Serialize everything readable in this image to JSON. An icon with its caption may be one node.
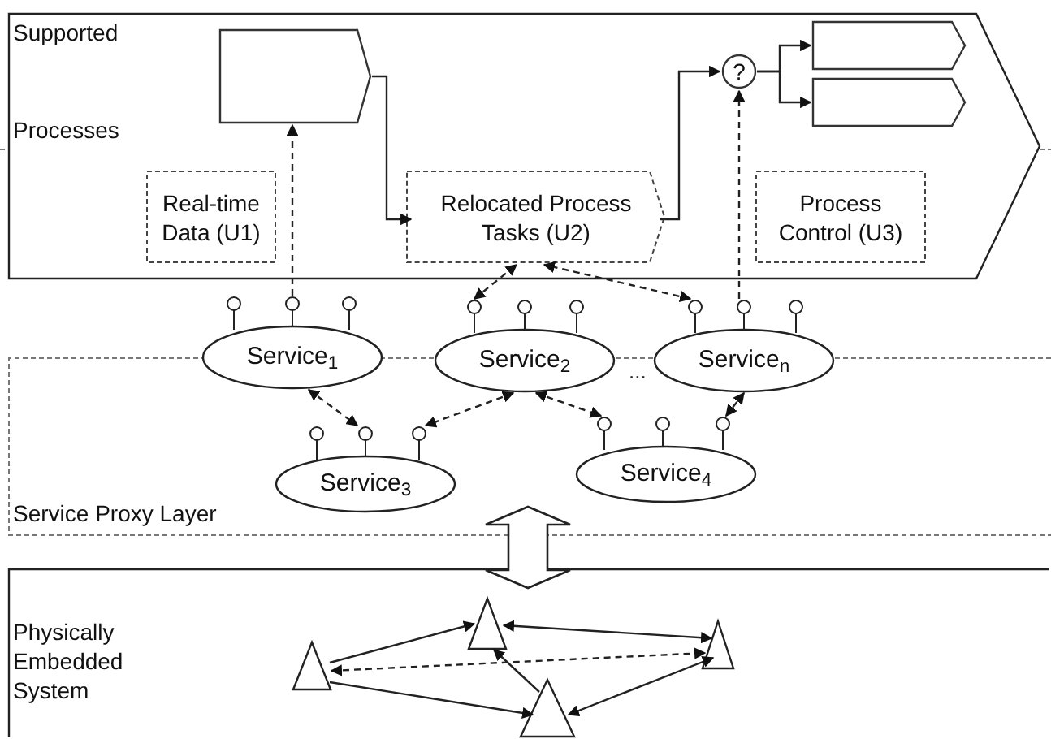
{
  "diagram": {
    "nodes": [
      {
        "text": [
          "Supported",
          "Processes"
        ]
      },
      {
        "text": [],
        "shape": "box",
        "in": 0
      },
      {
        "text": [
          "?"
        ],
        "in": 0
      },
      {
        "text": [],
        "shape": "box",
        "in": 0
      },
      {
        "text": [],
        "shape": "box",
        "in": 0
      },
      {
        "text": [
          "Real-time Data (U1)"
        ],
        "in": 0
      },
      {
        "text": [
          "Relocated Process Tasks (U2)"
        ],
        "in": 0
      },
      {
        "text": [
          "Process Control (U3)"
        ],
        "in": 0
      },
      {
        "text": [
          "Service Proxy Layer"
        ]
      },
      {
        "text": [
          "Service$_{1}$"
        ]
      },
      {
        "text": [
          "Service$_{2}$"
        ]
      },
      {
        "text": [
          "Service$_{n}$"
        ]
      },
      {
        "text": [
          "Service$_{3}$"
        ],
        "in": 8
      },
      {
        "text": [
          "Service$_{4}$"
        ],
        "in": 8
      },
      {
        "text": [
          "Physically Embedded System"
        ]
      },
      {
        "text": [],
        "shape": "triangle",
        "in": 14
      },
      {
        "text": [],
        "shape": "triangle",
        "in": 14
      },
      {
        "text": [],
        "shape": "triangle",
        "in": 14
      },
      {
        "text": [],
        "shape": "triangle",
        "in": 14
      }
    ],
    "edges": [
      {
        "from": 1,
        "to": 6,
        "arrow": "to"
      },
      {
        "from": 6,
        "to": 2,
        "arrow": "to"
      },
      {
        "from": 2,
        "to": 3,
        "arrow": "to"
      },
      {
        "from": 2,
        "to": 4,
        "arrow": "to"
      },
      {
        "from": 9,
        "to": 1,
        "arrow": "to",
        "style": "dashed"
      },
      {
        "from": 11,
        "to": 2,
        "arrow": "to",
        "style": "dashed"
      },
      {
        "from": 10,
        "to": 6,
        "arrow": "both",
        "style": "dashed"
      },
      {
        "from": 11,
        "to": 6,
        "arrow": "both",
        "style": "dashed"
      },
      {
        "from": 9,
        "to": 12,
        "arrow": "both",
        "style": "dashed"
      },
      {
        "from": 10,
        "to": 12,
        "arrow": "both",
        "style": "dashed"
      },
      {
        "from": 10,
        "to": 13,
        "arrow": "both",
        "style": "dashed"
      },
      {
        "from": 11,
        "to": 13,
        "arrow": "both",
        "style": "dashed"
      },
      {
        "from": 8,
        "to": 14,
        "arrow": "both",
        "style": "thick"
      },
      {
        "from": 15,
        "to": 16,
        "arrow": "to"
      },
      {
        "from": 16,
        "to": 17,
        "arrow": "both"
      },
      {
        "from": 15,
        "to": 17,
        "arrow": "both",
        "style": "dashed"
      },
      {
        "from": 15,
        "to": 18,
        "arrow": "to"
      },
      {
        "from": 18,
        "to": 16,
        "arrow": "to"
      },
      {
        "from": 18,
        "to": 17,
        "arrow": "both"
      }
    ],
    "labels": [
      "..."
    ]
  }
}
